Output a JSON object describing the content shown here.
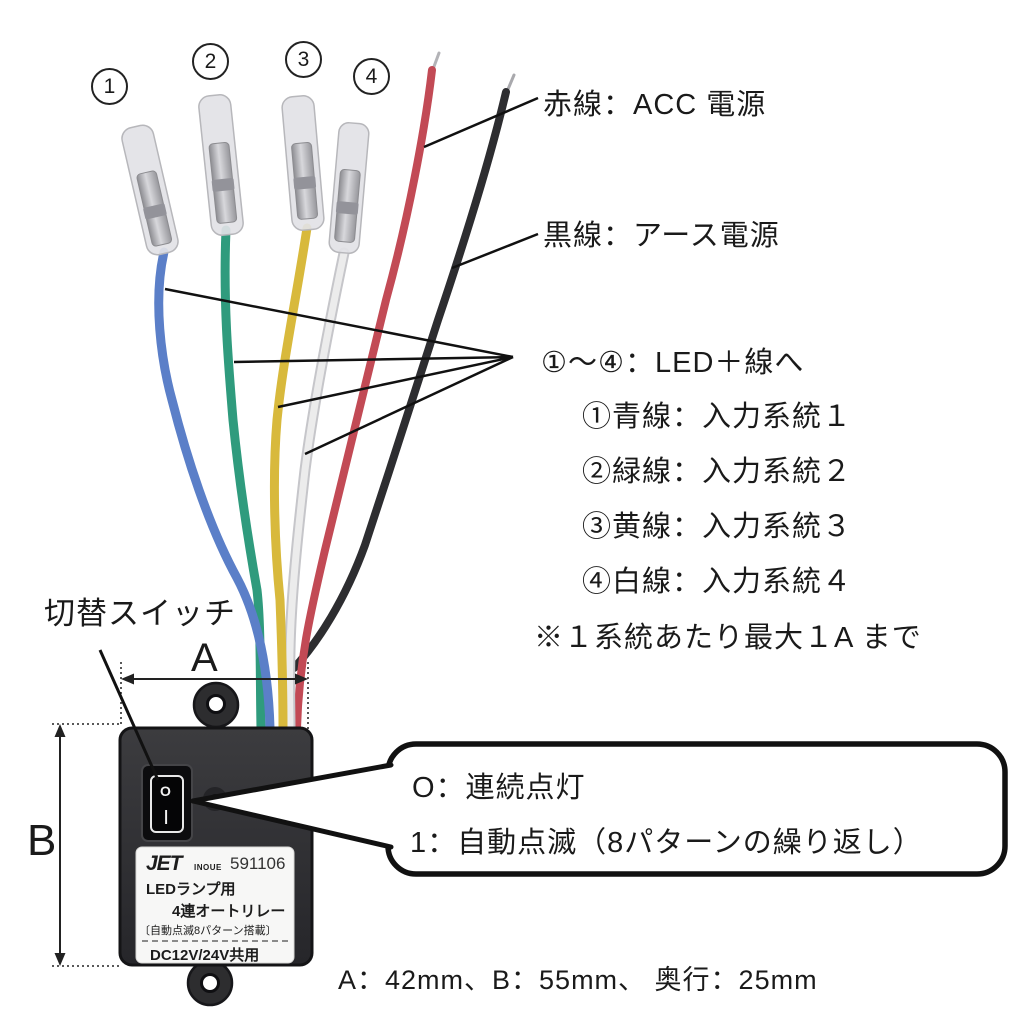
{
  "colors": {
    "wire_blue": "#5b7fc8",
    "wire_green": "#2f9b7d",
    "wire_yellow": "#d8b93c",
    "wire_white": "#ececec",
    "wire_red": "#c24a55",
    "wire_black": "#2d2d30",
    "pointer_line": "#111111",
    "box_body": "#313134"
  },
  "wires": {
    "numbers": [
      "1",
      "2",
      "3",
      "4"
    ]
  },
  "callouts": {
    "red_wire": "赤線：ACC 電源",
    "black_wire": "黒線：アース電源",
    "led_header": "①～④：LED＋線へ",
    "led_items": [
      "①青線：入力系統１",
      "②緑線：入力系統２",
      "③黄線：入力系統３",
      "④白線：入力系統４"
    ],
    "note": "※１系統あたり最大１A まで",
    "switch_label": "切替スイッチ"
  },
  "bubble": {
    "line1": "O：連続点灯",
    "line2": "1：自動点滅（8パターンの繰り返し）"
  },
  "dimensions": {
    "a_label": "A",
    "b_label": "B",
    "summary": "A：42mm、B：55mm、 奥行：25mm"
  },
  "device": {
    "brand": "JET",
    "brand_sub": "INOUE",
    "serial": "591106",
    "line1": "LEDランプ用",
    "line2": "4連オートリレー",
    "line3": "〔自動点滅8パターン搭載〕",
    "line4": "DC12V/24V共用",
    "switch_top": "O",
    "switch_bottom": "|"
  }
}
